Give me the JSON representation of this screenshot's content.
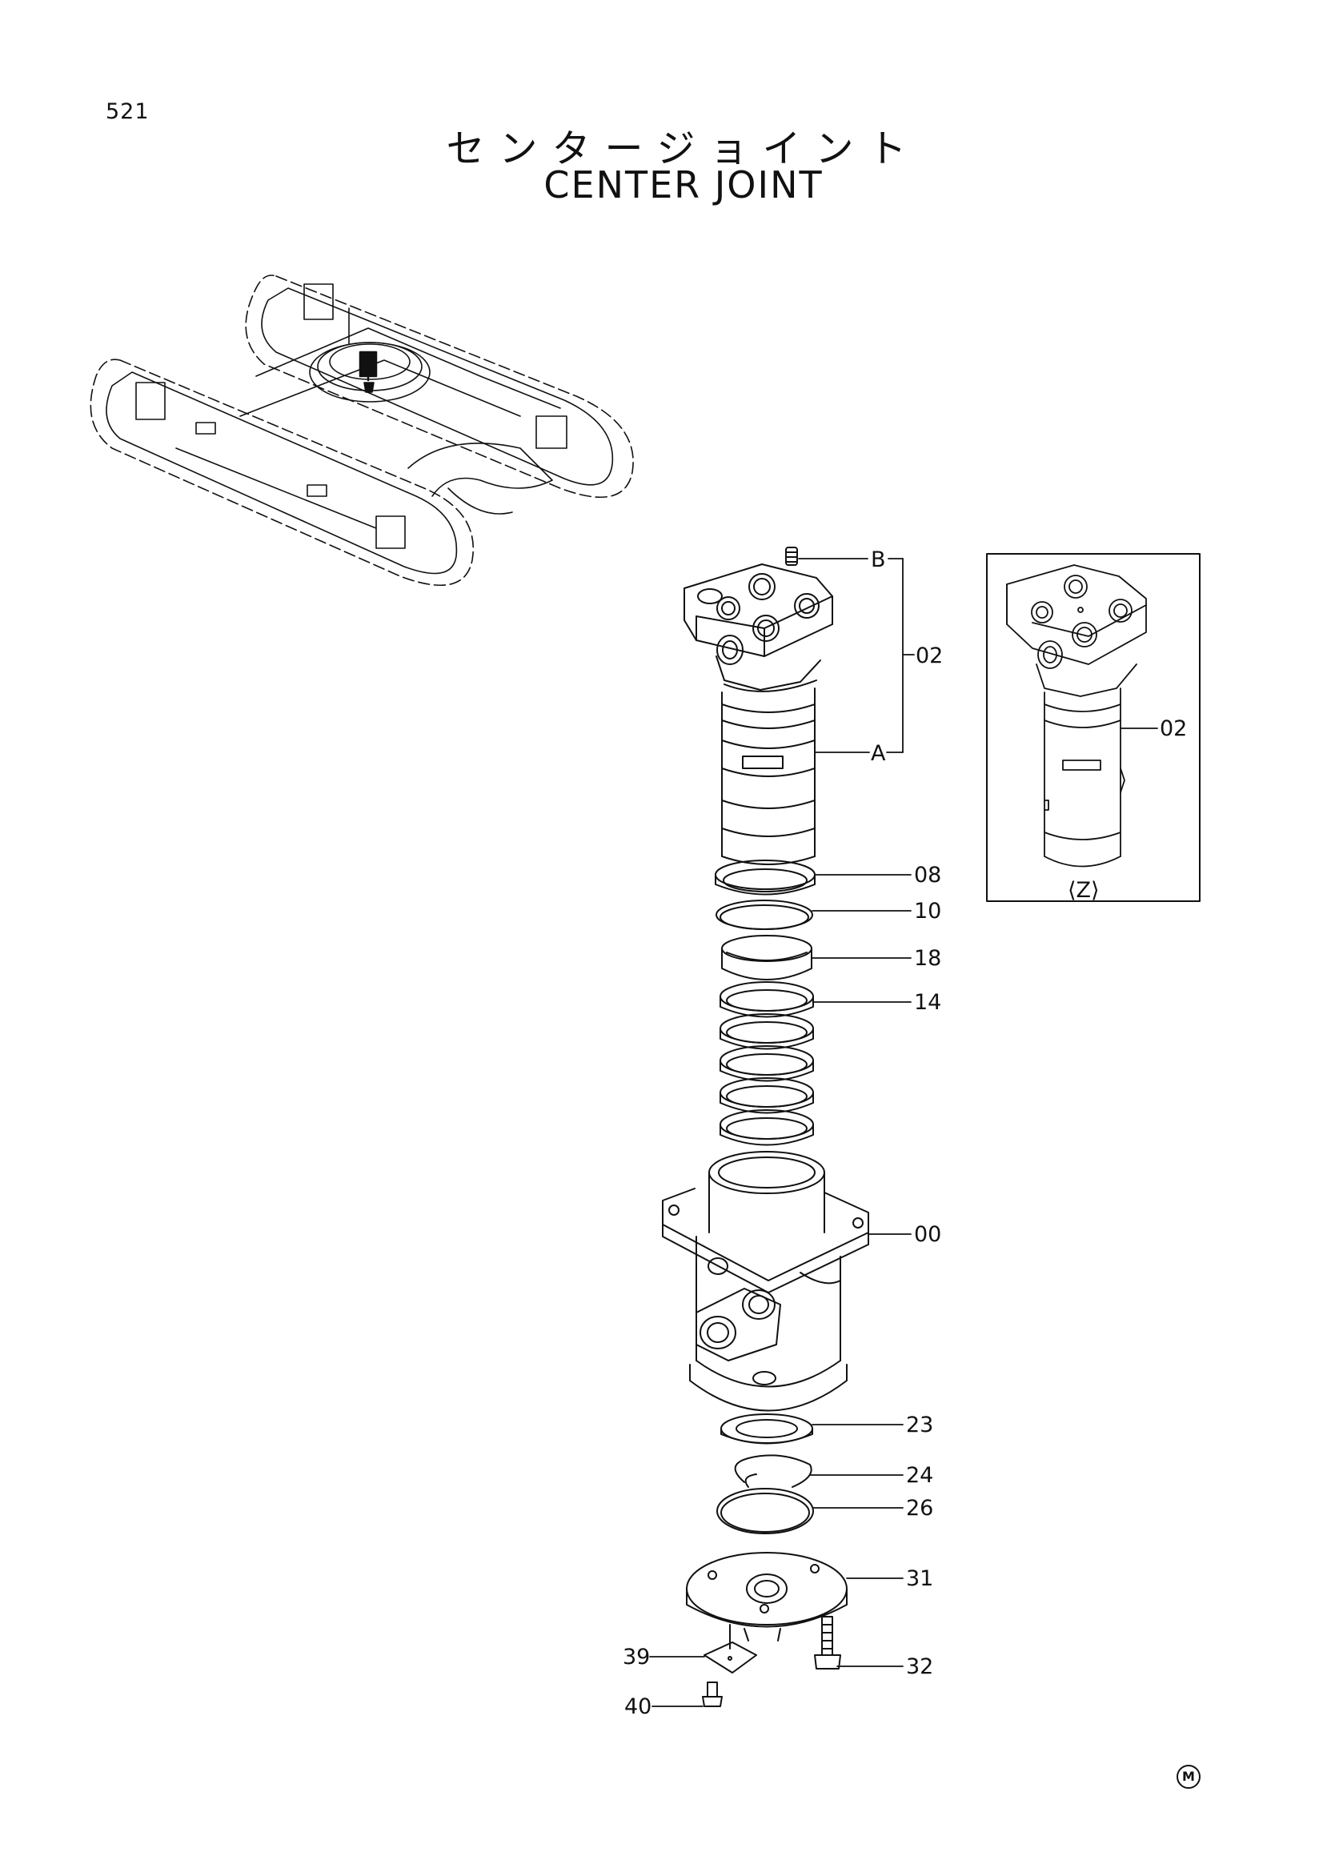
{
  "page": {
    "number": "521",
    "title_jp": "センタージョイント",
    "title_en": "CENTER JOINT"
  },
  "detail_view": {
    "label": "⟨Z⟩"
  },
  "callouts": {
    "b": "B",
    "a": "A",
    "p02": "02",
    "p02z": "02",
    "p08": "08",
    "p10": "10",
    "p18": "18",
    "p14": "14",
    "p00": "00",
    "p23": "23",
    "p24": "24",
    "p26": "26",
    "p31": "31",
    "p32": "32",
    "p39": "39",
    "p40": "40"
  },
  "maker_mark": "M"
}
